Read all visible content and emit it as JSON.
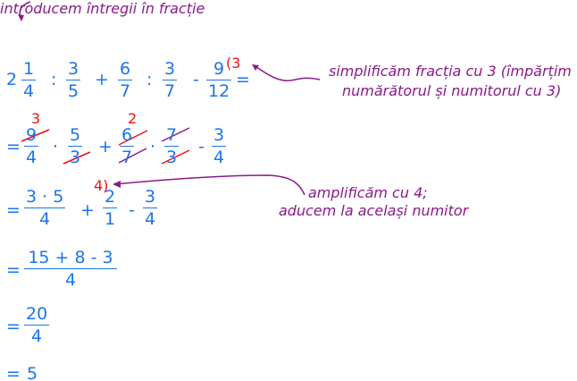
{
  "colors": {
    "math": "#1a75ee",
    "cancel_red": "#f01010",
    "annotation": "#8a1a8a"
  },
  "annotations": {
    "top": "introducem întregii în fracție",
    "simplify_line1": "simplificăm fracția cu 3 (împărțim",
    "simplify_line2": "numărătorul și numitorul cu 3)",
    "amplify_line1": "amplificăm cu 4;",
    "amplify_line2": "aducem la același numitor"
  },
  "line1": {
    "whole": "2",
    "f1": {
      "n": "1",
      "d": "4"
    },
    "op1": ":",
    "f2": {
      "n": "3",
      "d": "5"
    },
    "op2": "+",
    "f3": {
      "n": "6",
      "d": "7"
    },
    "op3": ":",
    "f4": {
      "n": "3",
      "d": "7"
    },
    "op4": "-",
    "f5": {
      "n": "9",
      "d": "12"
    },
    "simplify_mark": "(3",
    "eq": "="
  },
  "line2": {
    "eq": "=",
    "f1": {
      "n": "9",
      "d": "4"
    },
    "f1_reduced": "3",
    "op1": "·",
    "f2": {
      "n": "5",
      "d": "3"
    },
    "op2": "+",
    "f3": {
      "n": "6",
      "d": "7"
    },
    "f3_reduced": "2",
    "op3": "·",
    "f4": {
      "n": "7",
      "d": "3"
    },
    "op4": "-",
    "f5": {
      "n": "3",
      "d": "4"
    }
  },
  "line3": {
    "eq": "=",
    "f1": {
      "n": "3 · 5",
      "d": "4"
    },
    "op1": "+",
    "amplify_mark": "4)",
    "f2": {
      "n": "2",
      "d": "1"
    },
    "op2": "-",
    "f3": {
      "n": "3",
      "d": "4"
    }
  },
  "line4": {
    "eq": "=",
    "f1": {
      "n": "15 + 8 - 3",
      "d": "4"
    }
  },
  "line5": {
    "eq": "=",
    "f1": {
      "n": "20",
      "d": "4"
    }
  },
  "line6": {
    "eq": "=",
    "result": "5"
  }
}
